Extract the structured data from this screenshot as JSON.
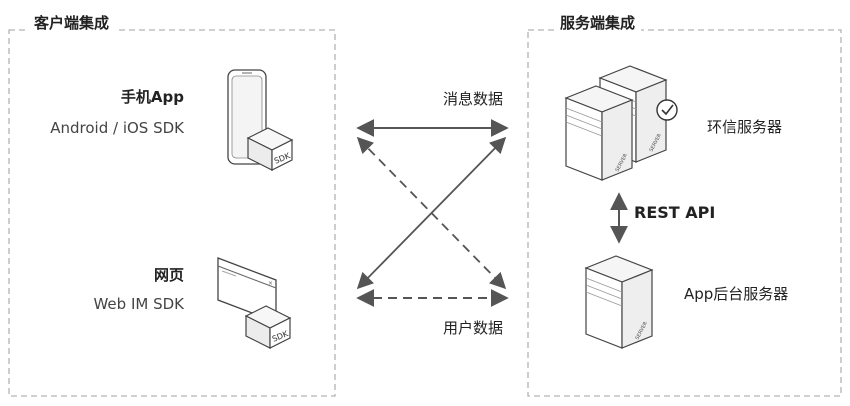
{
  "client_group": {
    "title": "客户端集成",
    "mobile": {
      "title": "手机App",
      "subtitle": "Android / iOS SDK",
      "badge": "SDK"
    },
    "web": {
      "title": "网页",
      "subtitle": "Web IM SDK",
      "badge": "SDK"
    }
  },
  "server_group": {
    "title": "服务端集成",
    "im_server": {
      "label": "环信服务器",
      "rack_label": "SERVER"
    },
    "app_server": {
      "label": "App后台服务器",
      "rack_label": "SERVER"
    },
    "link_label": "REST API"
  },
  "flows": {
    "message_label": "消息数据",
    "user_label": "用户数据"
  },
  "colors": {
    "border": "#b3b3b3",
    "arrow": "#555555",
    "text": "#222222"
  }
}
